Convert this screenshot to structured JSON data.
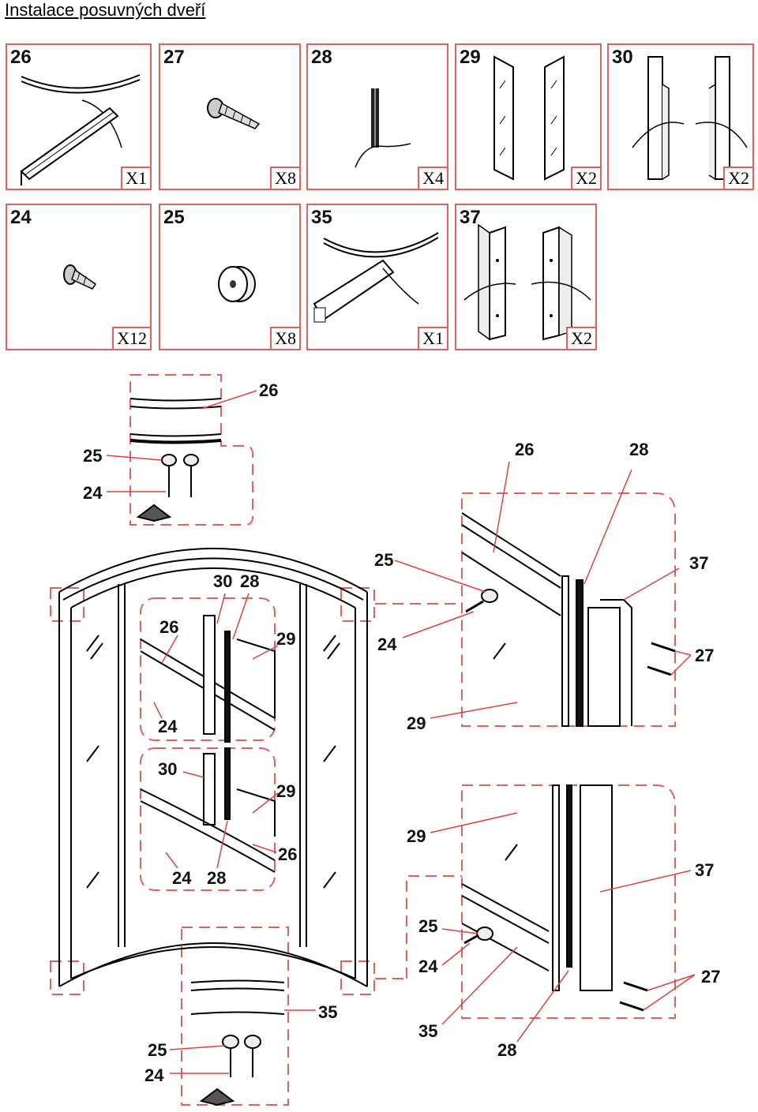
{
  "title": "Instalace posuvných dveří",
  "parts": [
    {
      "id": "26",
      "qty": "X1"
    },
    {
      "id": "27",
      "qty": "X8"
    },
    {
      "id": "28",
      "qty": "X4"
    },
    {
      "id": "29",
      "qty": "X2"
    },
    {
      "id": "30",
      "qty": "X2"
    },
    {
      "id": "24",
      "qty": "X12"
    },
    {
      "id": "25",
      "qty": "X8"
    },
    {
      "id": "35",
      "qty": "X1"
    },
    {
      "id": "37",
      "qty": "X2"
    }
  ],
  "callouts": {
    "top_detail": {
      "c26": "26",
      "c25": "25",
      "c24": "24"
    },
    "frame": {
      "c30": "30",
      "c28": "28",
      "c26": "26",
      "c29": "29",
      "c24": "24",
      "c30b": "30",
      "c29b": "29",
      "c26b": "26",
      "c24b": "24",
      "c28b": "28"
    },
    "bottom_detail": {
      "c35": "35",
      "c25": "25",
      "c24": "24"
    },
    "right_top": {
      "c26": "26",
      "c28": "28",
      "c25": "25",
      "c37": "37",
      "c24": "24",
      "c27": "27",
      "c29": "29"
    },
    "right_bottom": {
      "c29": "29",
      "c37": "37",
      "c25": "25",
      "c24": "24",
      "c27": "27",
      "c35": "35",
      "c28": "28"
    }
  }
}
